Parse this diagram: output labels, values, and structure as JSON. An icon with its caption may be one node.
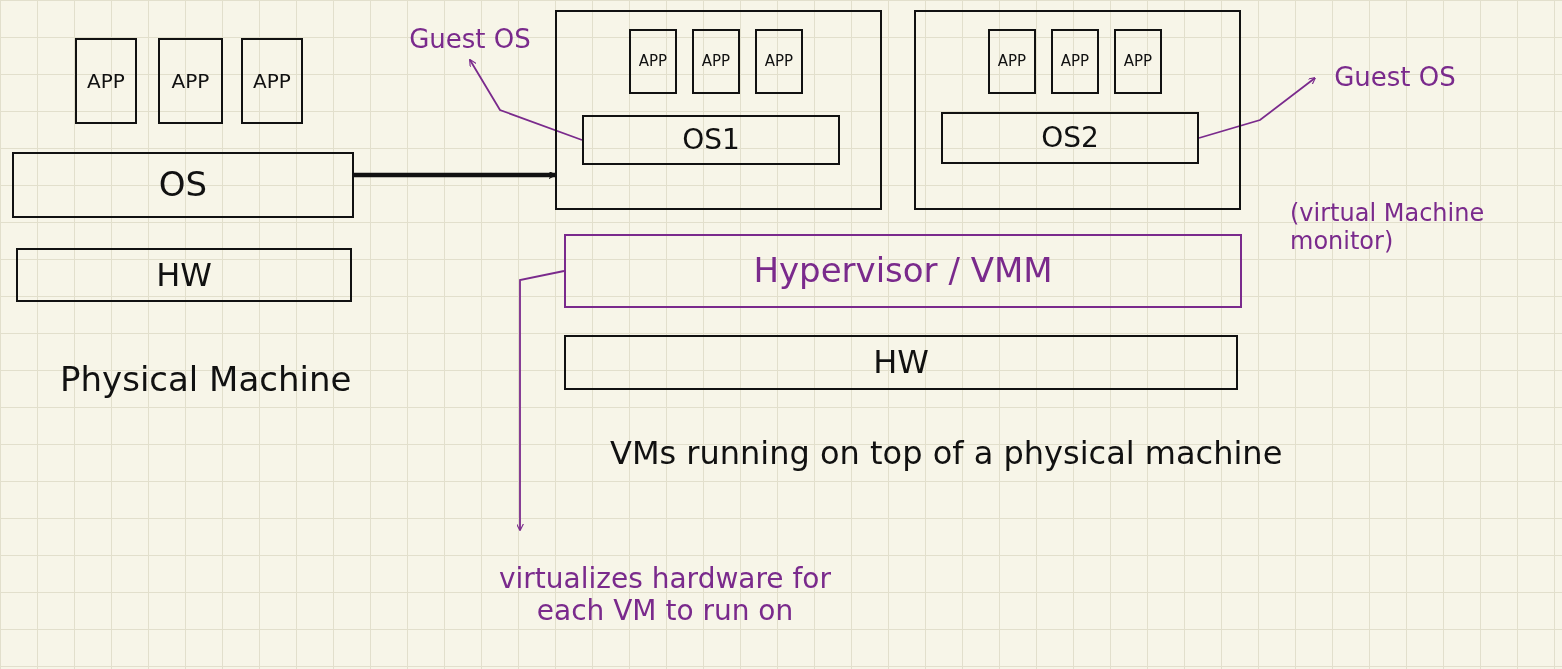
{
  "diagram": {
    "nodes": [
      {
        "text": [
          "APP"
        ]
      },
      {
        "text": [
          "APP"
        ]
      },
      {
        "text": [
          "APP"
        ]
      },
      {
        "text": [
          "OS"
        ]
      },
      {
        "text": [
          "HW"
        ]
      },
      {
        "text": [],
        "shape": "box"
      },
      {
        "text": [
          "APP"
        ],
        "in": 5
      },
      {
        "text": [
          "APP"
        ],
        "in": 5
      },
      {
        "text": [
          "APP"
        ],
        "in": 5
      },
      {
        "text": [
          "OS1"
        ],
        "in": 5
      },
      {
        "text": [],
        "shape": "box"
      },
      {
        "text": [
          "APP"
        ],
        "in": 10
      },
      {
        "text": [
          "APP"
        ],
        "in": 10
      },
      {
        "text": [
          "APP"
        ],
        "in": 10
      },
      {
        "text": [
          "OS2"
        ],
        "in": 10
      },
      {
        "text": [
          "Guest OS"
        ]
      },
      {
        "text": [
          "Guest OS"
        ]
      },
      {
        "text": [
          "Hypervisor / VMM"
        ]
      },
      {
        "text": [
          "HW"
        ]
      },
      {
        "text": [
          "virtualizes hardware for each VM to run on"
        ]
      }
    ],
    "edges": [
      {
        "from": 3,
        "to": 5,
        "arrow": "to",
        "style": "thick",
        "color": "#111111"
      },
      {
        "from": 9,
        "to": 15,
        "arrow": "to"
      },
      {
        "from": 14,
        "to": 16,
        "arrow": "to"
      },
      {
        "from": 17,
        "to": 19,
        "arrow": "to"
      }
    ],
    "labels": [
      "Physical Machine",
      "(virtual Machine monitor)",
      "VMs running on top of a physical machine"
    ]
  }
}
